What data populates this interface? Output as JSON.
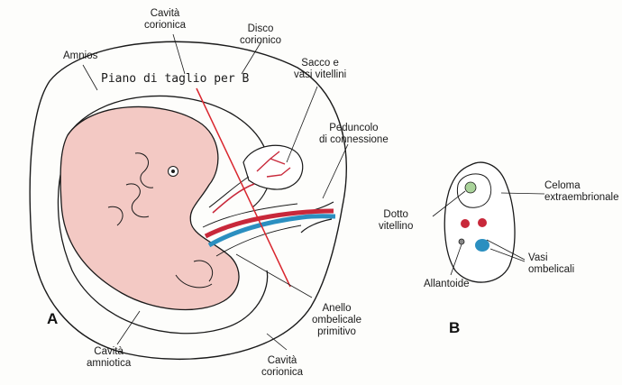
{
  "cut_plane_label": "Piano di taglio per B",
  "figure_a": {
    "letter": "A",
    "labels": {
      "cavita_corionica_top": "Cavità\ncorionica",
      "disco_corionico": "Disco\ncorionico",
      "amnios": "Amnios",
      "sacco_vasi_vitellini": "Sacco e\nvasi vitellini",
      "peduncolo_connessione": "Peduncolo\ndi connessione",
      "anello_ombelicale": "Anello\nombelicale\nprimitivo",
      "cavita_amniotica": "Cavità\namniotica",
      "cavita_corionica_bottom": "Cavità\ncorionica"
    }
  },
  "figure_b": {
    "letter": "B",
    "labels": {
      "celoma_extraembrionale": "Celoma\nextraembrionale",
      "dotto_vitellino": "Dotto\nvitellino",
      "vasi_ombelicali": "Vasi\nombelicali",
      "allantoide": "Allantoide"
    }
  },
  "colors": {
    "embryo_fill": "#f3c9c4",
    "artery_red": "#c8283a",
    "vein_blue": "#2b8fc0",
    "cut_line": "#d9262e",
    "yolk_green": "#a9d39a",
    "line": "#1a1a1a"
  }
}
